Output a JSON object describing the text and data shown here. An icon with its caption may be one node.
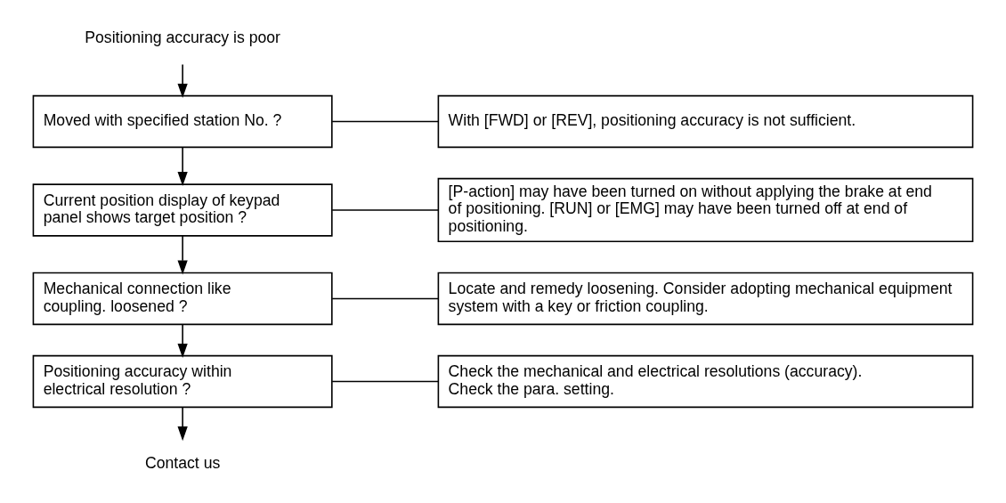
{
  "diagram": {
    "nodes": [
      {
        "text": [
          "Positioning accuracy is poor"
        ]
      },
      {
        "text": [
          "Moved with specified station No. ?"
        ]
      },
      {
        "text": [
          "With [FWD] or [REV], positioning accuracy is not sufficient."
        ]
      },
      {
        "text": [
          "Current position display of keypad panel shows target position ?"
        ]
      },
      {
        "text": [
          "[P-action] may have been turned on without applying the brake at end of positioning. [RUN] or [EMG] may have been turned off at end of positioning."
        ]
      },
      {
        "text": [
          "Mechanical connection like coupling. loosened ?"
        ]
      },
      {
        "text": [
          "Locate and remedy loosening. Consider adopting mechanical equipment system with a key or friction coupling."
        ]
      },
      {
        "text": [
          "Positioning accuracy within electrical resolution ?"
        ]
      },
      {
        "text": [
          "Check the mechanical and electrical resolutions (accuracy). Check the para. setting."
        ]
      },
      {
        "text": [
          "Contact us"
        ]
      }
    ],
    "edges": [
      {
        "from": 0,
        "to": 1,
        "arrow": "to"
      },
      {
        "from": 1,
        "to": 2,
        "arrow": "none"
      },
      {
        "from": 1,
        "to": 3,
        "arrow": "to"
      },
      {
        "from": 3,
        "to": 4,
        "arrow": "none"
      },
      {
        "from": 3,
        "to": 5,
        "arrow": "to"
      },
      {
        "from": 5,
        "to": 6,
        "arrow": "none"
      },
      {
        "from": 5,
        "to": 7,
        "arrow": "to"
      },
      {
        "from": 7,
        "to": 8,
        "arrow": "none"
      },
      {
        "from": 7,
        "to": 9,
        "arrow": "to"
      }
    ]
  }
}
